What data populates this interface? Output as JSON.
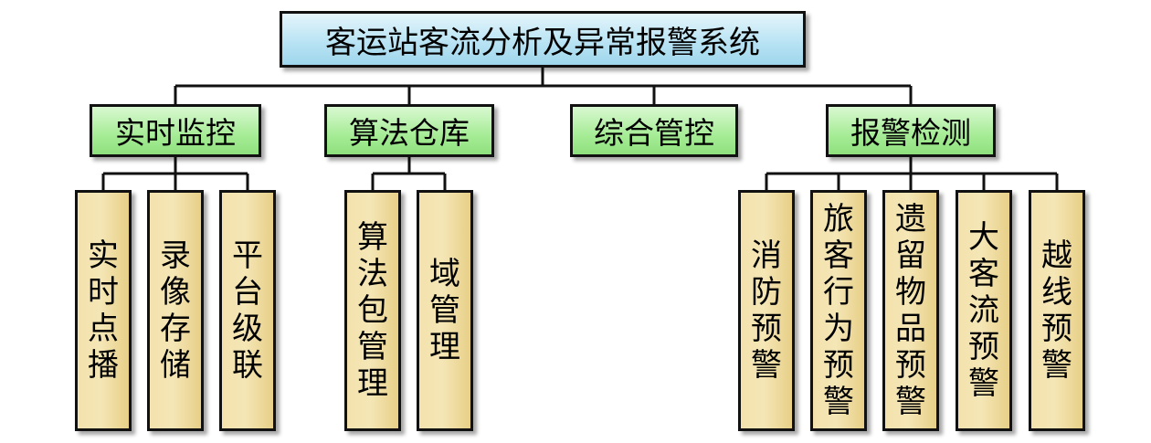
{
  "root": {
    "label": "客运站客流分析及异常报警系统"
  },
  "categories": [
    {
      "label": "实时监控",
      "children": [
        "实时点播",
        "录像存储",
        "平台级联"
      ]
    },
    {
      "label": "算法仓库",
      "children": [
        "算法包管理",
        "域管理"
      ]
    },
    {
      "label": "综合管控",
      "children": []
    },
    {
      "label": "报警检测",
      "children": [
        "消防预警",
        "旅客行为预警",
        "遗留物品预警",
        "大客流预警",
        "越线预警"
      ]
    }
  ],
  "colors": {
    "root_fill": "#b6e2f3",
    "category_fill": "#a6ec96",
    "leaf_fill": "#f3e2ad",
    "border": "#111111"
  }
}
